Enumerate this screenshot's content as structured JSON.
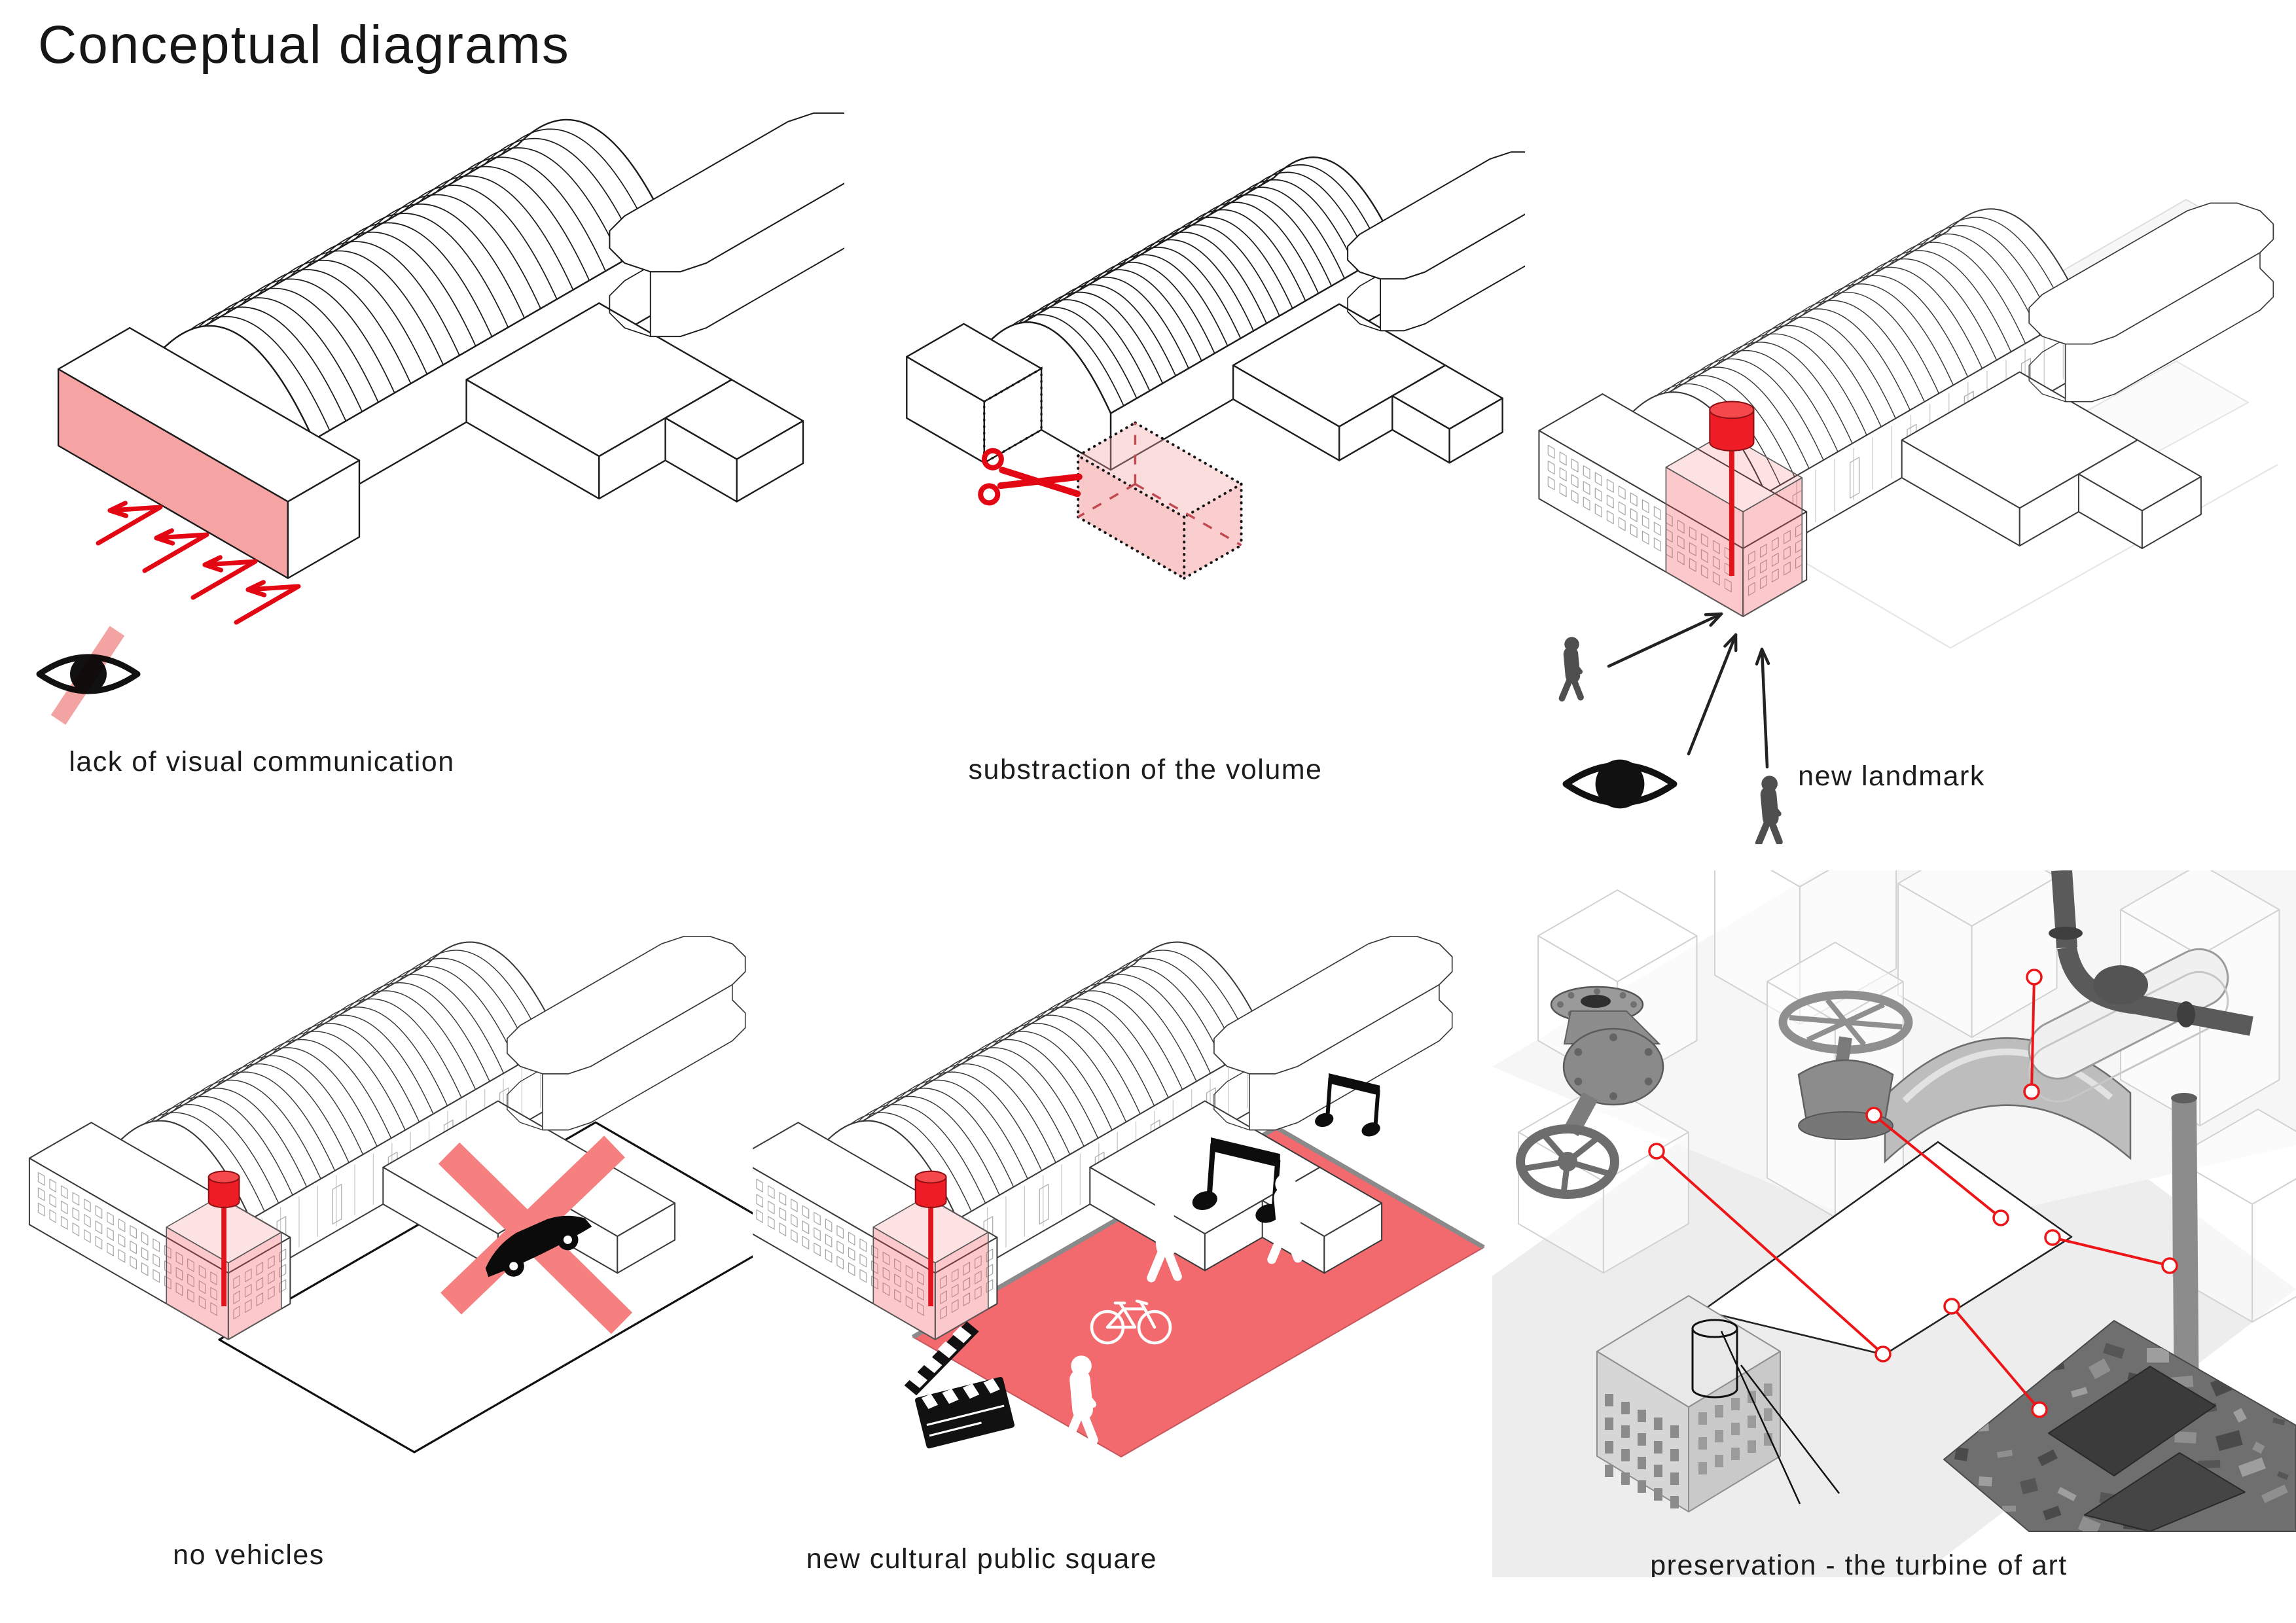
{
  "page": {
    "title": "Conceptual diagrams"
  },
  "colors": {
    "accent_red": "#e30613",
    "landmark_red": "#ee1c24",
    "soft_pink": "#f6a3a3",
    "plaza_red": "#f2696e",
    "cross_pink": "#f5807f",
    "ink": "#1c1c1c",
    "figure_gray": "#4f4f4f",
    "ghost_gray": "#dddddd"
  },
  "panels": [
    {
      "id": "lack-of-visual-communication",
      "caption": "lack of visual communication",
      "icons": [
        "blocked-eye-icon",
        "view-bounce-arrow-icon",
        "highlighted-facade"
      ]
    },
    {
      "id": "substraction-of-the-volume",
      "caption": "substraction of the volume",
      "icons": [
        "scissors-icon",
        "dashed-cut-cube"
      ]
    },
    {
      "id": "new-landmark",
      "caption": "new landmark",
      "icons": [
        "eye-icon",
        "pedestrian-figure-icon",
        "landmark-pin-icon",
        "sight-arrow-icon"
      ]
    },
    {
      "id": "no-vehicles",
      "caption": "no vehicles",
      "icons": [
        "car-icon",
        "prohibition-cross-icon",
        "landmark-pin-icon"
      ]
    },
    {
      "id": "new-cultural-public-square",
      "caption": "new cultural public square",
      "icons": [
        "music-notes-icon",
        "pedestrian-icon",
        "bicycle-icon",
        "film-clapperboard-icon",
        "landmark-pin-icon"
      ]
    },
    {
      "id": "preservation-the-turbine-of-art",
      "caption": "preservation - the turbine of art",
      "icons": [
        "flanged-valve-photo",
        "handwheel-valve-photo",
        "pump-pipe-photo",
        "standing-pipe-photo",
        "ruined-turbine-hall-photo",
        "factory-building-model",
        "red-leader-line"
      ]
    }
  ]
}
